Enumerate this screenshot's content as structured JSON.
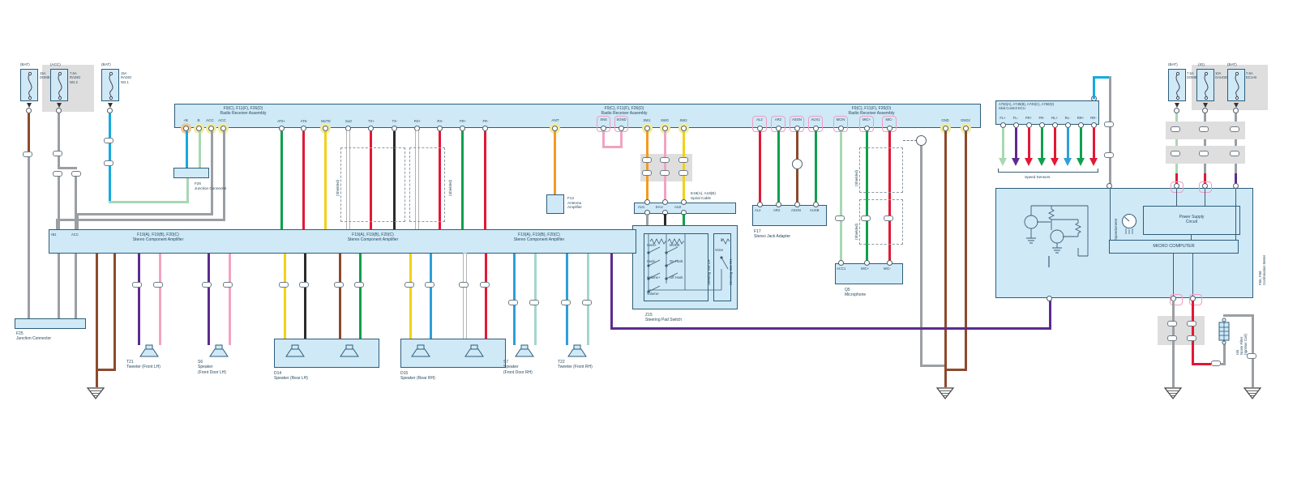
{
  "palette": {
    "box_fill": "#cfe9f7",
    "box_border": "#2d5d7a",
    "ink": "#27495e",
    "shade": "#dedede",
    "wire": {
      "brown": "#8d4a2c",
      "gray": "#9b9fa3",
      "cyan": "#15aade",
      "lightgreen": "#a8d8b2",
      "green": "#0fa04e",
      "red": "#e21836",
      "yellow": "#f2d118",
      "orange": "#f59a22",
      "pink": "#f2a3c2",
      "purple": "#5d2b8f",
      "blue": "#2e9fd9",
      "teal": "#a5d5cd",
      "black": "#2b2b2b",
      "white": "#f4f4f4"
    }
  },
  "fuse_left": [
    {
      "pos": "(BAT)",
      "rating": "15A\nDOME"
    },
    {
      "pos": "(ACC)",
      "rating": "7.5A\nRADIO\nNO.2"
    },
    {
      "pos": "(BAT)",
      "rating": "15A\nRADIO\nNO.1"
    }
  ],
  "fuse_right": [
    {
      "pos": "(BAT)",
      "rating": "7.5A\nDOME"
    },
    {
      "pos": "(IG)",
      "rating": "10A\nGAUGE"
    },
    {
      "pos": "(BAT)",
      "rating": "7.5A\nECU-B"
    }
  ],
  "radio": {
    "header": "F9(C), F11(F), F26(D)\nRadio Receiver Assembly",
    "pins_a": [
      "+B",
      "B",
      "ACC",
      "ACC"
    ],
    "pins_b": [
      "AT5+",
      "AT5-",
      "MUTE",
      "SLD",
      "TX+",
      "TX-",
      "RX+",
      "RX-",
      "FR+",
      "FR-"
    ],
    "pin_ant": "ANT",
    "pins_loop": [
      "SNS",
      "SGND"
    ],
    "pins_sw": [
      "SW1",
      "SWG",
      "SW2"
    ],
    "pins_aux": [
      "AL2",
      "AR2",
      "ASGN",
      "AUX1"
    ],
    "pins_mic": [
      "MCIN",
      "MIC+",
      "MIC-"
    ],
    "pins_gnd": [
      "GND",
      "GND2"
    ]
  },
  "amp": {
    "header": "F19(A), F19(B), F20(C)\nStereo Component Amplifier",
    "pins_top": [
      "+B1",
      "ACC"
    ]
  },
  "jc_top": {
    "label": "F26\nJunction Connector"
  },
  "jc_left": {
    "label": "F25\nJunction Connector"
  },
  "ant_amp": {
    "label": "F13\nAntenna\nAmplifier"
  },
  "spiral": {
    "header": "E18(A), A19(B)\nSpiral Cable",
    "pins": [
      "AU1",
      "EAU",
      "AU2"
    ]
  },
  "steering": {
    "rows": [
      "Seek+",
      "MODE",
      "Seek-",
      "On Hook",
      "Volume+",
      "Off Hook",
      "Volume-"
    ],
    "voice": "Voice",
    "side_lh": "Steering SW LH",
    "side_rh": "Steering SW RH",
    "label": "Z15\nSteering Pad Switch"
  },
  "jack": {
    "pins": [
      "AL2",
      "AR2",
      "ASGN",
      "AUXB"
    ],
    "label": "F17\nStereo Jack Adapter"
  },
  "mic": {
    "pins": [
      "ACC1",
      "MIC+",
      "MIC-"
    ],
    "label": "Q5\nMicrophone"
  },
  "speakers": {
    "t_lh": "T21\nTweeter (Front LH)",
    "d_lh": "S6\nSpeaker\n(Front Door LH)",
    "r_lh": "D14\nSpeaker (Rear LH)",
    "r_rh": "D15\nSpeaker (Rear RH)",
    "d_rh": "S7\nSpeaker\n(Front Door RH)",
    "t_rh": "T22\nTweeter (Front RH)"
  },
  "skid": {
    "header": "A750(A), A748(B), A749(C), A750(D)\nSkid Control ECU",
    "pins": [
      "FL+",
      "FL-",
      "FR+",
      "FR-",
      "RL+",
      "RL-",
      "RR+",
      "RR-"
    ],
    "bracket": "Speed Sensors"
  },
  "meter": {
    "psu": "Power Supply\nCircuit",
    "mcu": "MICRO COMPUTER",
    "side": "F56, F58\nCombination Meter",
    "speedo": "Speedometer"
  },
  "noise": {
    "label": "I45\nNoise Filter\n(Ignition Coil)"
  },
  "shielded": "(Shielded)"
}
